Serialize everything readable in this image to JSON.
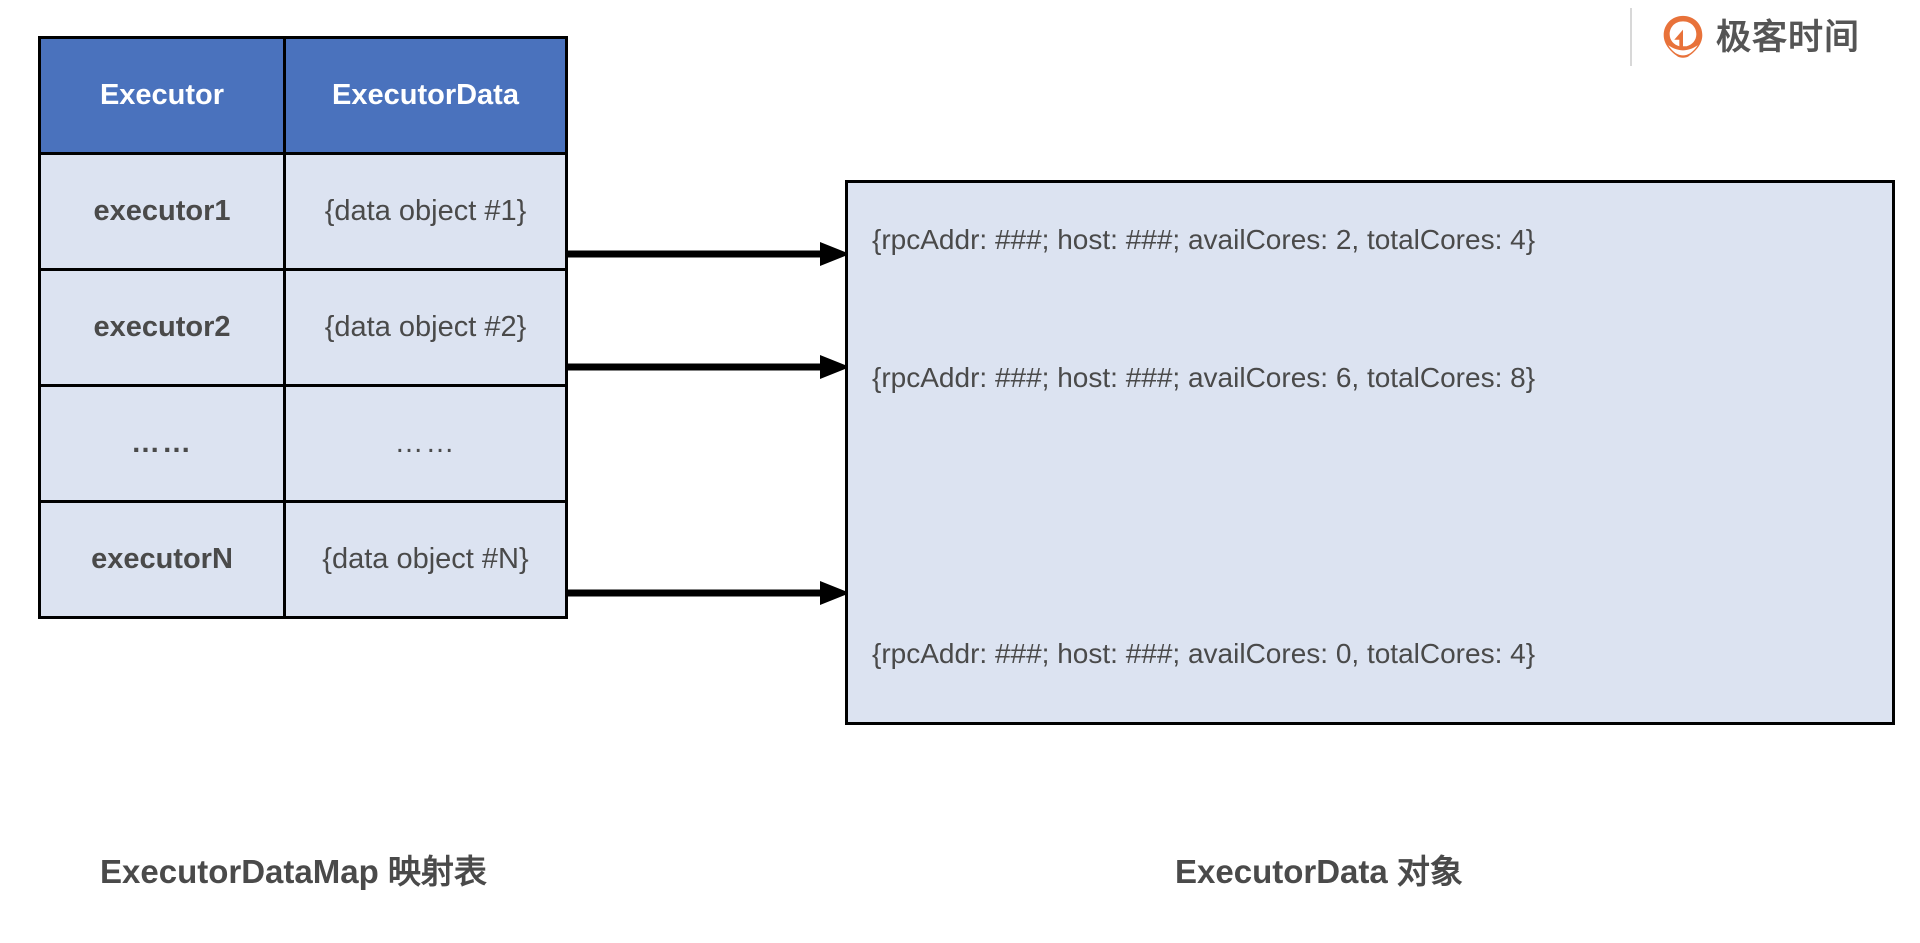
{
  "brand": {
    "logo_icon": "geektime-pin-logo-icon",
    "name": "极客时间",
    "accent_color": "#e8723a"
  },
  "diagram": {
    "table": {
      "header_bg": "#4a72bd",
      "cell_bg": "#dce3f1",
      "columns": [
        "Executor",
        "ExecutorData"
      ],
      "rows": [
        {
          "key": "executor1",
          "value": "{data object #1}"
        },
        {
          "key": "executor2",
          "value": "{data object #2}"
        },
        {
          "key": "……",
          "value": "……"
        },
        {
          "key": "executorN",
          "value": "{data object #N}"
        }
      ]
    },
    "panel": {
      "bg": "#dce3f1",
      "lines": [
        "{rpcAddr: ###; host: ###; availCores: 2, totalCores: 4}",
        "{rpcAddr: ###; host: ###; availCores: 6, totalCores: 8}",
        "{rpcAddr: ###; host: ###; availCores: 0, totalCores: 4}"
      ]
    },
    "arrows": [
      "arrow-row1-to-data1",
      "arrow-row2-to-data2",
      "arrow-rowN-to-dataN"
    ],
    "captions": {
      "left": "ExecutorDataMap 映射表",
      "right": "ExecutorData 对象"
    }
  }
}
